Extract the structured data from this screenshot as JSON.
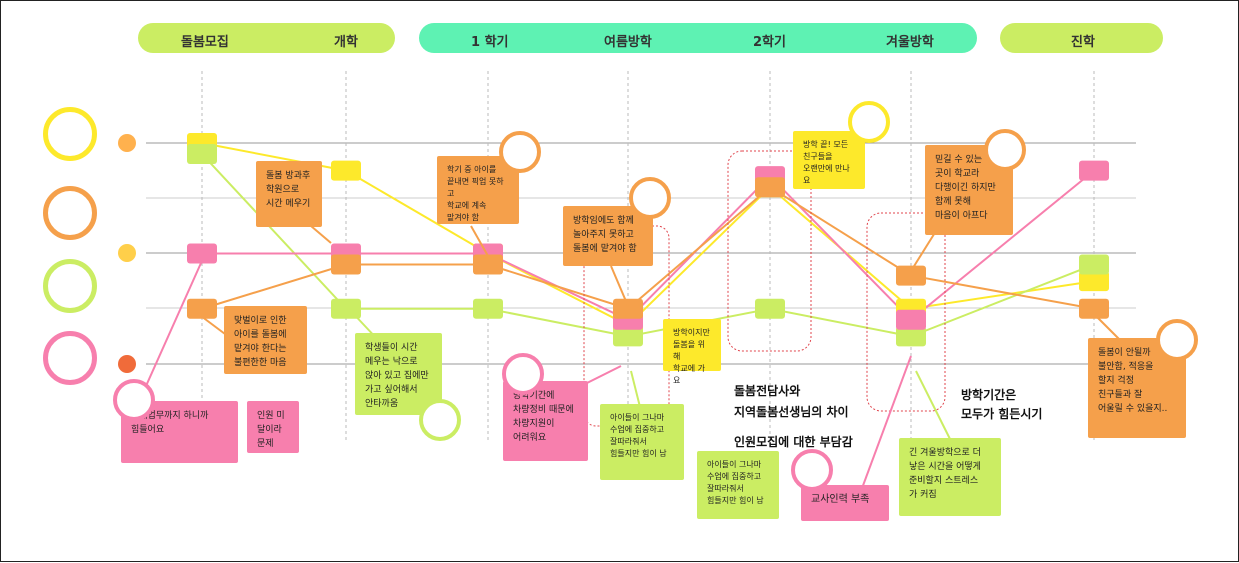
{
  "phases": {
    "recruit": "돌봄모집",
    "open": "개학",
    "sem1": "1 학기",
    "summer": "여름방학",
    "sem2": "2학기",
    "winter": "겨울방학",
    "advance": "진학"
  },
  "colors": {
    "orange": "#f5a04b",
    "green": "#cbed63",
    "pink": "#f77fad",
    "yellow": "#fde92b",
    "mint": "#5ef2b3"
  },
  "emotions": [
    "heart-face-icon",
    "neutral-face-icon",
    "angry-face-icon"
  ],
  "notes": {
    "n1": "돌봄 방과후\n학원으로\n시간 메우기",
    "n2": "학기 중 아이를\n끝내면 픽업 못하고\n학교에 계속\n맡겨야 함",
    "n3": "방학 끝! 모든\n친구들을\n오랜만에 만나요",
    "n4": "방학임에도 함께\n놀아주지 못하고\n돌봄에 맡겨야 함",
    "n5": "믿길 수 있는\n곳이 학교라\n다행이긴 하지만\n함께 못해\n마음이 아프다",
    "n6": "맞벌이로 인한\n아이를 돌봄에\n맡겨야 한다는\n불편한한 마음",
    "n7": "학생들이 시간\n메우는 낙으로\n앉아 있고 집에만\n가고 싶어해서\n안타까움",
    "n8": "방학이지만\n돌봄을 위해\n학교에 가요",
    "n9": "회계업무까지 하니까\n힘들어요",
    "n10": "인원 미달이라\n문제",
    "n11": "방학기간에\n차량정비 때문에\n차량지원이\n어려워요",
    "n12": "아이들이 그나마\n수업에 집중하고\n잘따라줘서\n힘들지만 힘이 남",
    "n13": "아이들이 그나마\n수업에 집중하고\n잘따라줘서\n힘들지만 힘이 남",
    "n14": "교사인력 부족",
    "n15": "긴 겨울방학으로 더\n낳은 시간을 어떻게\n준비할지 스트레스\n가 커짐",
    "n16": "돌봄이 안될까\n불안함, 적응을\n할지 걱정\n친구들과 잘\n어울릴 수 있을지.."
  },
  "big_text": {
    "b1": "돌봄전담사와",
    "b2": "지역돌봄선생님의 차이",
    "b3": "인원모집에 대한 부담감",
    "b4": "방학기간은",
    "b5": "모두가 힘든시기"
  },
  "chart_data": {
    "type": "line",
    "x": [
      "돌봄모집",
      "개학",
      "1 학기",
      "여름방학",
      "2학기",
      "겨울방학",
      "진학"
    ],
    "y_scale": "emotion level 0 (angry) to 4 (happy)",
    "series": [
      {
        "color": "yellow",
        "values": [
          4,
          3.5,
          2,
          0.7,
          3.2,
          1,
          1.5
        ]
      },
      {
        "color": "green",
        "values": [
          3.8,
          1,
          1,
          0.5,
          1,
          0.5,
          1.8
        ]
      },
      {
        "color": "pink",
        "values": [
          2,
          2,
          2,
          0.8,
          3.4,
          0.8,
          3.5
        ]
      },
      {
        "color": "orange",
        "values": [
          1,
          1.8,
          1.8,
          1,
          3.2,
          1.6,
          1
        ]
      }
    ]
  }
}
